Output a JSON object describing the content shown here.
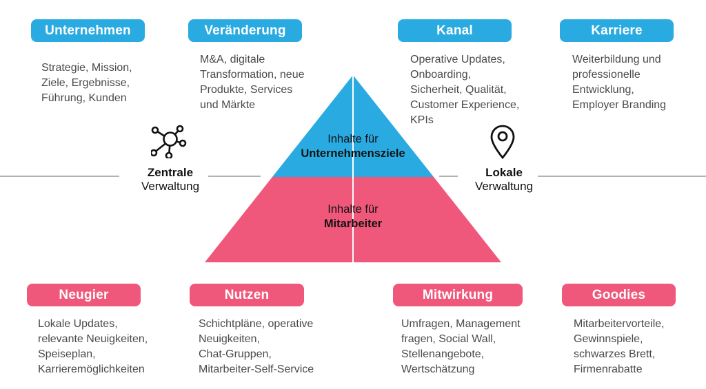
{
  "colors": {
    "blue": "#29ABE2",
    "pink": "#F0587B",
    "text": "#4a4a4a",
    "label": "#111111",
    "line": "#b3b3b3"
  },
  "top_sections": [
    {
      "label": "Unternehmen",
      "description": "Strategie, Mission,\nZiele, Ergebnisse,\nFührung, Kunden"
    },
    {
      "label": "Veränderung",
      "description": "M&A, digitale\nTransformation, neue\nProdukte, Services\nund Märkte"
    },
    {
      "label": "Kanal",
      "description": "Operative Updates,\nOnboarding,\nSicherheit, Qualität,\nCustomer Experience,\nKPIs"
    },
    {
      "label": "Karriere",
      "description": "Weiterbildung und\nprofessionelle\nEntwicklung,\nEmployer Branding"
    }
  ],
  "bottom_sections": [
    {
      "label": "Neugier",
      "description": "Lokale Updates,\nrelevante Neuigkeiten,\nSpeiseplan,\nKarrieremöglichkeiten"
    },
    {
      "label": "Nutzen",
      "description": "Schichtpläne, operative\nNeuigkeiten,\nChat-Gruppen,\nMitarbeiter-Self-Service"
    },
    {
      "label": "Mitwirkung",
      "description": "Umfragen, Management\nfragen, Social Wall,\nStellenangebote,\nWertschätzung"
    },
    {
      "label": "Goodies",
      "description": "Mitarbeitervorteile,\nGewinnspiele,\nschwarzes Brett,\nFirmenrabatte"
    }
  ],
  "pyramid": {
    "top_line1": "Inhalte für",
    "top_line2": "Unternehmensziele",
    "bottom_line1": "Inhalte für",
    "bottom_line2": "Mitarbeiter"
  },
  "left_annotation": {
    "bold": "Zentrale",
    "regular": "Verwaltung",
    "icon": "network-icon"
  },
  "right_annotation": {
    "bold": "Lokale",
    "regular": "Verwaltung",
    "icon": "location-pin-icon"
  }
}
